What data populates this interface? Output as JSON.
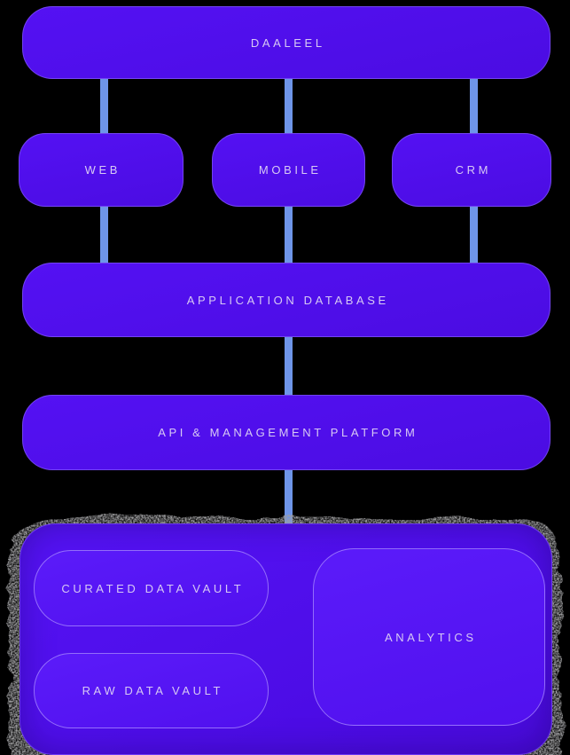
{
  "diagram": {
    "type": "architecture-flow",
    "background": "#000000",
    "colors": {
      "node_fill": "#4e0dee",
      "node_border_highlight": "#9e86f8",
      "connector": "#6e95e9",
      "label_text": "#d7c9f4",
      "grunge_texture": "#525252"
    },
    "nodes": {
      "daaleel": {
        "label": "DAALEEL"
      },
      "web": {
        "label": "WEB"
      },
      "mobile": {
        "label": "MOBILE"
      },
      "crm": {
        "label": "CRM"
      },
      "application_database": {
        "label": "APPLICATION DATABASE"
      },
      "api_management_platform": {
        "label": "API & MANAGEMENT PLATFORM"
      },
      "curated_data_vault": {
        "label": "CURATED DATA VAULT"
      },
      "raw_data_vault": {
        "label": "RAW DATA VAULT"
      },
      "analytics": {
        "label": "ANALYTICS"
      }
    },
    "edges": [
      {
        "from": "DAALEEL",
        "to": "WEB"
      },
      {
        "from": "DAALEEL",
        "to": "MOBILE"
      },
      {
        "from": "DAALEEL",
        "to": "CRM"
      },
      {
        "from": "WEB",
        "to": "APPLICATION DATABASE"
      },
      {
        "from": "MOBILE",
        "to": "APPLICATION DATABASE"
      },
      {
        "from": "CRM",
        "to": "APPLICATION DATABASE"
      },
      {
        "from": "APPLICATION DATABASE",
        "to": "API & MANAGEMENT PLATFORM"
      },
      {
        "from": "API & MANAGEMENT PLATFORM",
        "to": "DATA PLATFORM CONTAINER"
      }
    ]
  }
}
